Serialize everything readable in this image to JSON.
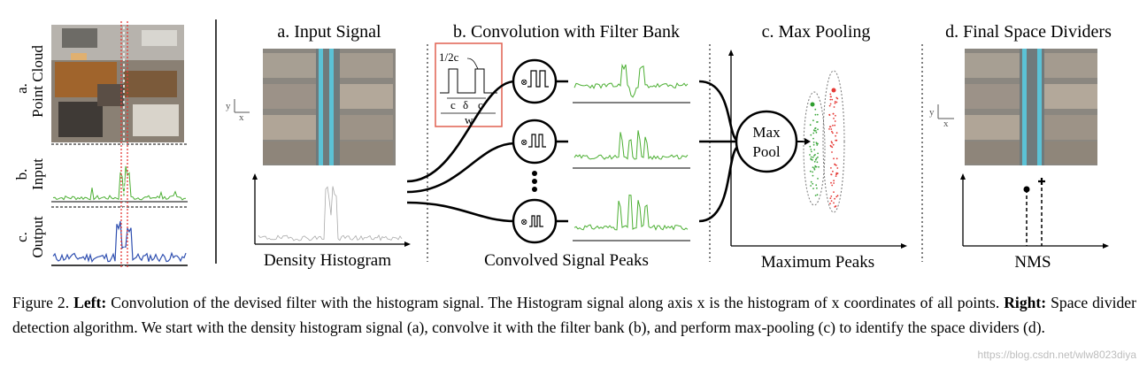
{
  "left_panel": {
    "row_labels": [
      {
        "letter": "a.",
        "name": "Point Cloud"
      },
      {
        "letter": "b.",
        "name": "Input"
      },
      {
        "letter": "c.",
        "name": "Output"
      }
    ]
  },
  "panels": {
    "a_title": "a. Input Signal",
    "a_bottom": "Density Histogram",
    "b_title": "b. Convolution with Filter Bank",
    "b_bottom": "Convolved Signal Peaks",
    "c_title": "c. Max Pooling",
    "c_bottom": "Maximum Peaks",
    "d_title": "d. Final Space Dividers",
    "d_bottom": "NMS"
  },
  "filter_box": {
    "amp": "1/2c",
    "c_left": "c",
    "delta": "δ",
    "c_right": "c",
    "w": "w"
  },
  "axes_labels": {
    "y": "y",
    "x": "x"
  },
  "max_pool_label": {
    "line1": "Max",
    "line2": "Pool"
  },
  "conv_symbol": "⊗",
  "caption": {
    "fig": "Figure 2.",
    "left_head": "Left:",
    "left_text": "Convolution of the devised filter with the histogram signal. The Histogram signal along axis x is the histogram of x coordinates of all points.",
    "right_head": "Right:",
    "right_text": "Space divider detection algorithm. We start with the density histogram signal (a), convolve it with the filter bank (b), and perform max-pooling (c) to identify the space dividers (d)."
  },
  "watermark": "https://blog.csdn.net/wlw8023diya",
  "colors": {
    "accent_cyan": "#5bc2d6",
    "signal_green": "#4caf33",
    "output_blue": "#2f4fb0",
    "peak_red": "#e53935",
    "filter_box": "#e06050"
  }
}
